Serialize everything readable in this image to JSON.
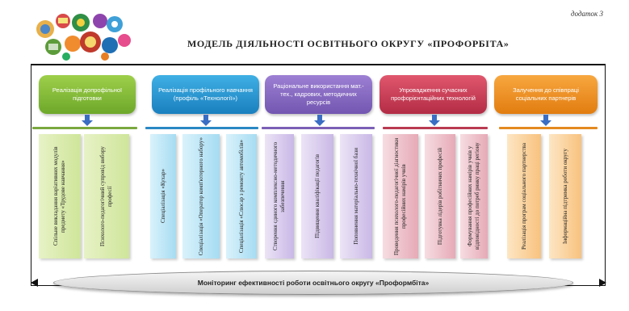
{
  "addendum": "додаток 3",
  "title": "МОДЕЛЬ ДІЯЛЬНОСТІ ОСВІТНЬОГО ОКРУГУ «ПРОФОРБІТА»",
  "headers": [
    {
      "label": "Реалізація допрофільної підготовки",
      "color": "#7ab838"
    },
    {
      "label": "Реалізація профільного навчання (профіль «Технології»)",
      "color": "#2a96d2"
    },
    {
      "label": "Раціональне використання мат.-тех., кадрових, методичних ресурсів",
      "color": "#8468c2"
    },
    {
      "label": "Упровадження сучасних профорієнтаційних технологій",
      "color": "#c83e58"
    },
    {
      "label": "Залучення до співпраці соціальних партнерів",
      "color": "#ef951f"
    }
  ],
  "subitems": [
    [
      "Спільне викладання варіативних модулів предмету «Трудове навчання»",
      "Психолого-педагогічний супровід вибору професії"
    ],
    [
      "Спеціалізація «Кухар»",
      "Спеціалізація «Оператор комп'ютерного набору»",
      "Спеціалізація «Слюсар з ремонту автомобілів»"
    ],
    [
      "Створення єдиного комплексно-методичного забезпечення",
      "Підвищення кваліфікації педагогів",
      "Поповнення матеріально-технічної бази"
    ],
    [
      "Проведення психолого-педагогічної діагностики професійних намірів учнів",
      "Підготувка лідерів робітничих професій",
      "Формування професійних намірів учнів у відповідності до потреб ринку праці регіону"
    ],
    [
      "Реалізація програм соціального партнерства",
      "Інформаційна підтримка роботи округу"
    ]
  ],
  "monitoring": "Моніторинг ефективності роботи освітнього округу «Проформбіта»"
}
